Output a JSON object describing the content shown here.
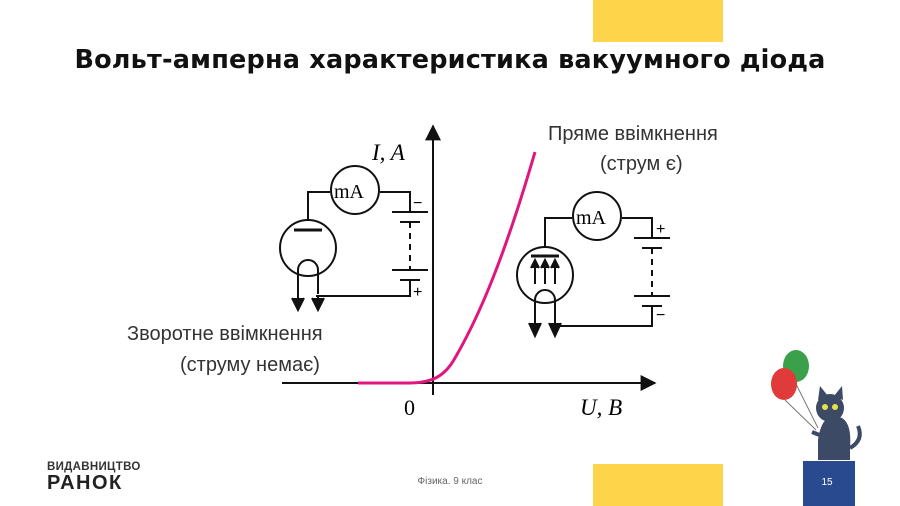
{
  "slide": {
    "title": "Вольт-амперна характеристика вакуумного діода",
    "page_number": "15",
    "subject": "Фізика. 9 клас"
  },
  "publisher": {
    "line1": "ВИДАВНИЦТВО",
    "line2": "РАНОК"
  },
  "graph": {
    "y_axis_label": "I, A",
    "x_axis_label": "U, B",
    "origin_label": "0",
    "curve_color": "#e0157d"
  },
  "annotations": {
    "forward_line1": "Пряме ввімкнення",
    "forward_line2": "(струм є)",
    "reverse_line1": "Зворотне ввімкнення",
    "reverse_line2": "(струму немає)"
  },
  "circuits": {
    "meter_label": "mA",
    "minus": "−",
    "plus": "+"
  },
  "colors": {
    "accent_yellow": "#fdd44a",
    "page_badge": "#2a4a8f"
  }
}
